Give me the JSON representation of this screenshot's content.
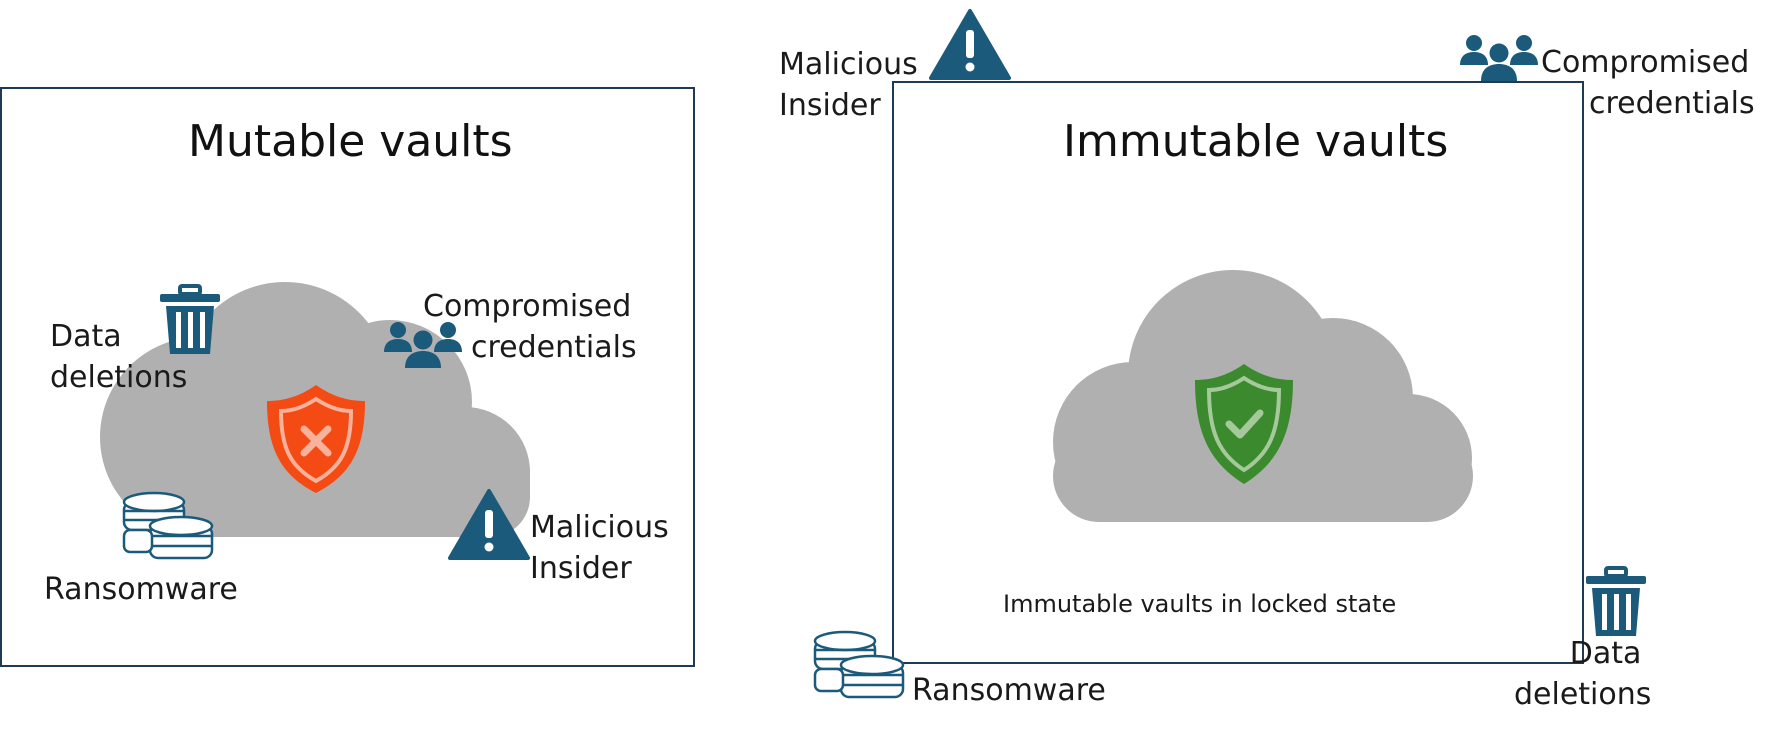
{
  "left": {
    "title": "Mutable vaults",
    "labels": {
      "data_deletions": [
        "Data",
        "deletions"
      ],
      "compromised": [
        "Compromised",
        "credentials"
      ],
      "malicious": [
        "Malicious",
        "Insider"
      ],
      "ransomware": "Ransomware"
    },
    "shield_status": "blocked"
  },
  "right": {
    "title": "Immutable vaults",
    "caption": "Immutable vaults in locked state",
    "labels": {
      "malicious": [
        "Malicious",
        "Insider"
      ],
      "compromised": [
        "Compromised",
        "credentials"
      ],
      "ransomware": "Ransomware",
      "data_deletions": [
        "Data",
        "deletions"
      ]
    },
    "shield_status": "protected"
  },
  "colors": {
    "icon": "#1b5a7a",
    "cloud": "#b0b0b0",
    "shield_bad": "#f44a14",
    "shield_good": "#3c8a2e",
    "border": "#1f3a55"
  },
  "icons": [
    "trash-icon",
    "users-icon",
    "warning-icon",
    "coins-icon",
    "shield-x-icon",
    "shield-check-icon",
    "cloud-icon"
  ]
}
